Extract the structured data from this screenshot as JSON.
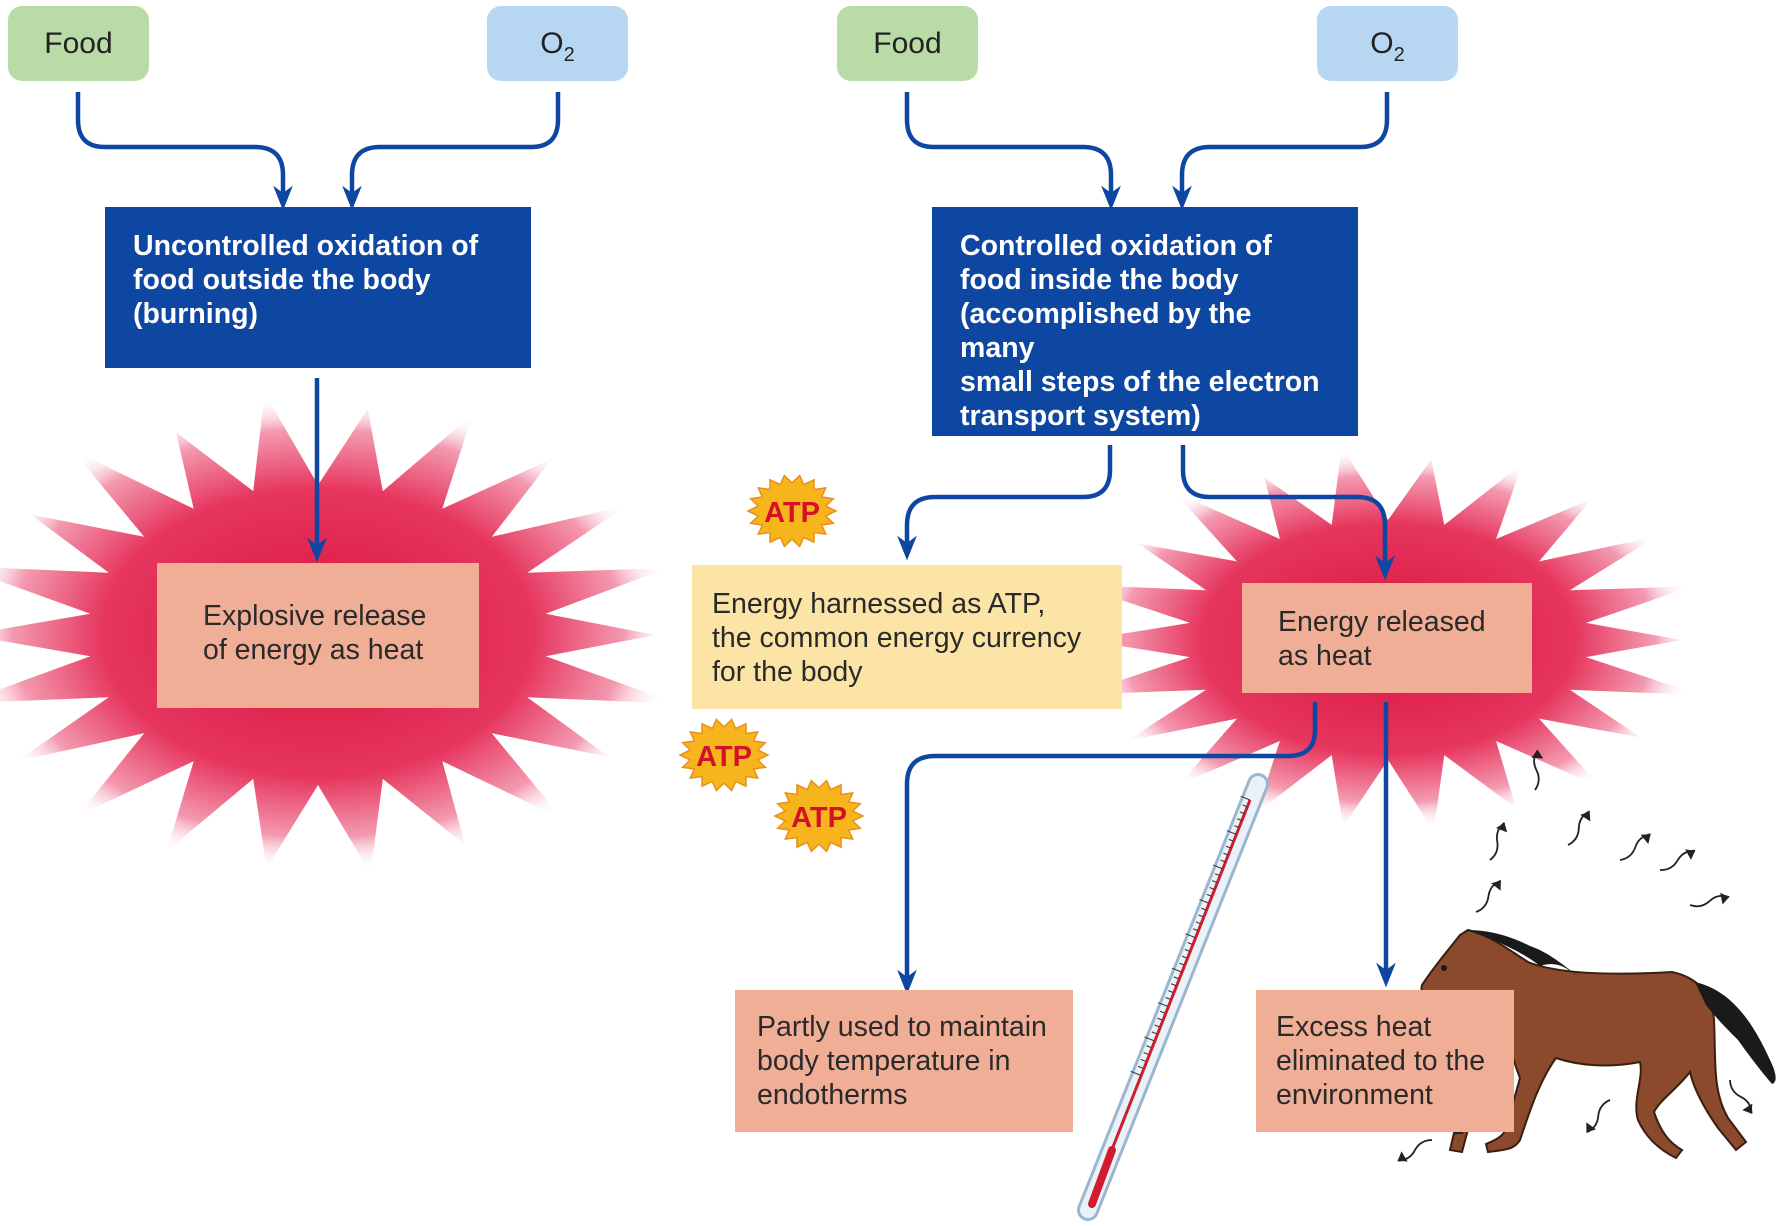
{
  "left": {
    "food_label": "Food",
    "o2_label": "O",
    "o2_subscript": "2",
    "process_text": "Uncontrolled oxidation of\nfood outside the body\n(burning)",
    "result_text": "Explosive release\nof energy as heat"
  },
  "right": {
    "food_label": "Food",
    "o2_label": "O",
    "o2_subscript": "2",
    "process_text": "Controlled oxidation of\nfood inside the body\n(accomplished by the many\nsmall steps of the electron\ntransport system)",
    "atp_box_text": "Energy harnessed as ATP,\nthe common energy currency\nfor the body",
    "heat_box_text": "Energy released\nas heat",
    "body_temp_text": "Partly used to maintain\nbody temperature in\nendotherms",
    "excess_heat_text": "Excess heat\neliminated to the\nenvironment"
  },
  "atp_label": "ATP",
  "colors": {
    "arrow": "#0d47a1",
    "process_box": "#0d47a1",
    "food_box": "#b9dba6",
    "o2_box": "#b6d6f1",
    "heat_box": "#f0ae96",
    "atp_box": "#fbe4a6",
    "burst": "#e01c46",
    "atp_badge": "#f7b51d",
    "atp_text": "#d4102a"
  },
  "icons": [
    "atp-badge-icon",
    "heat-burst-icon",
    "thermometer-icon",
    "horse-icon",
    "heat-wave-icon"
  ]
}
